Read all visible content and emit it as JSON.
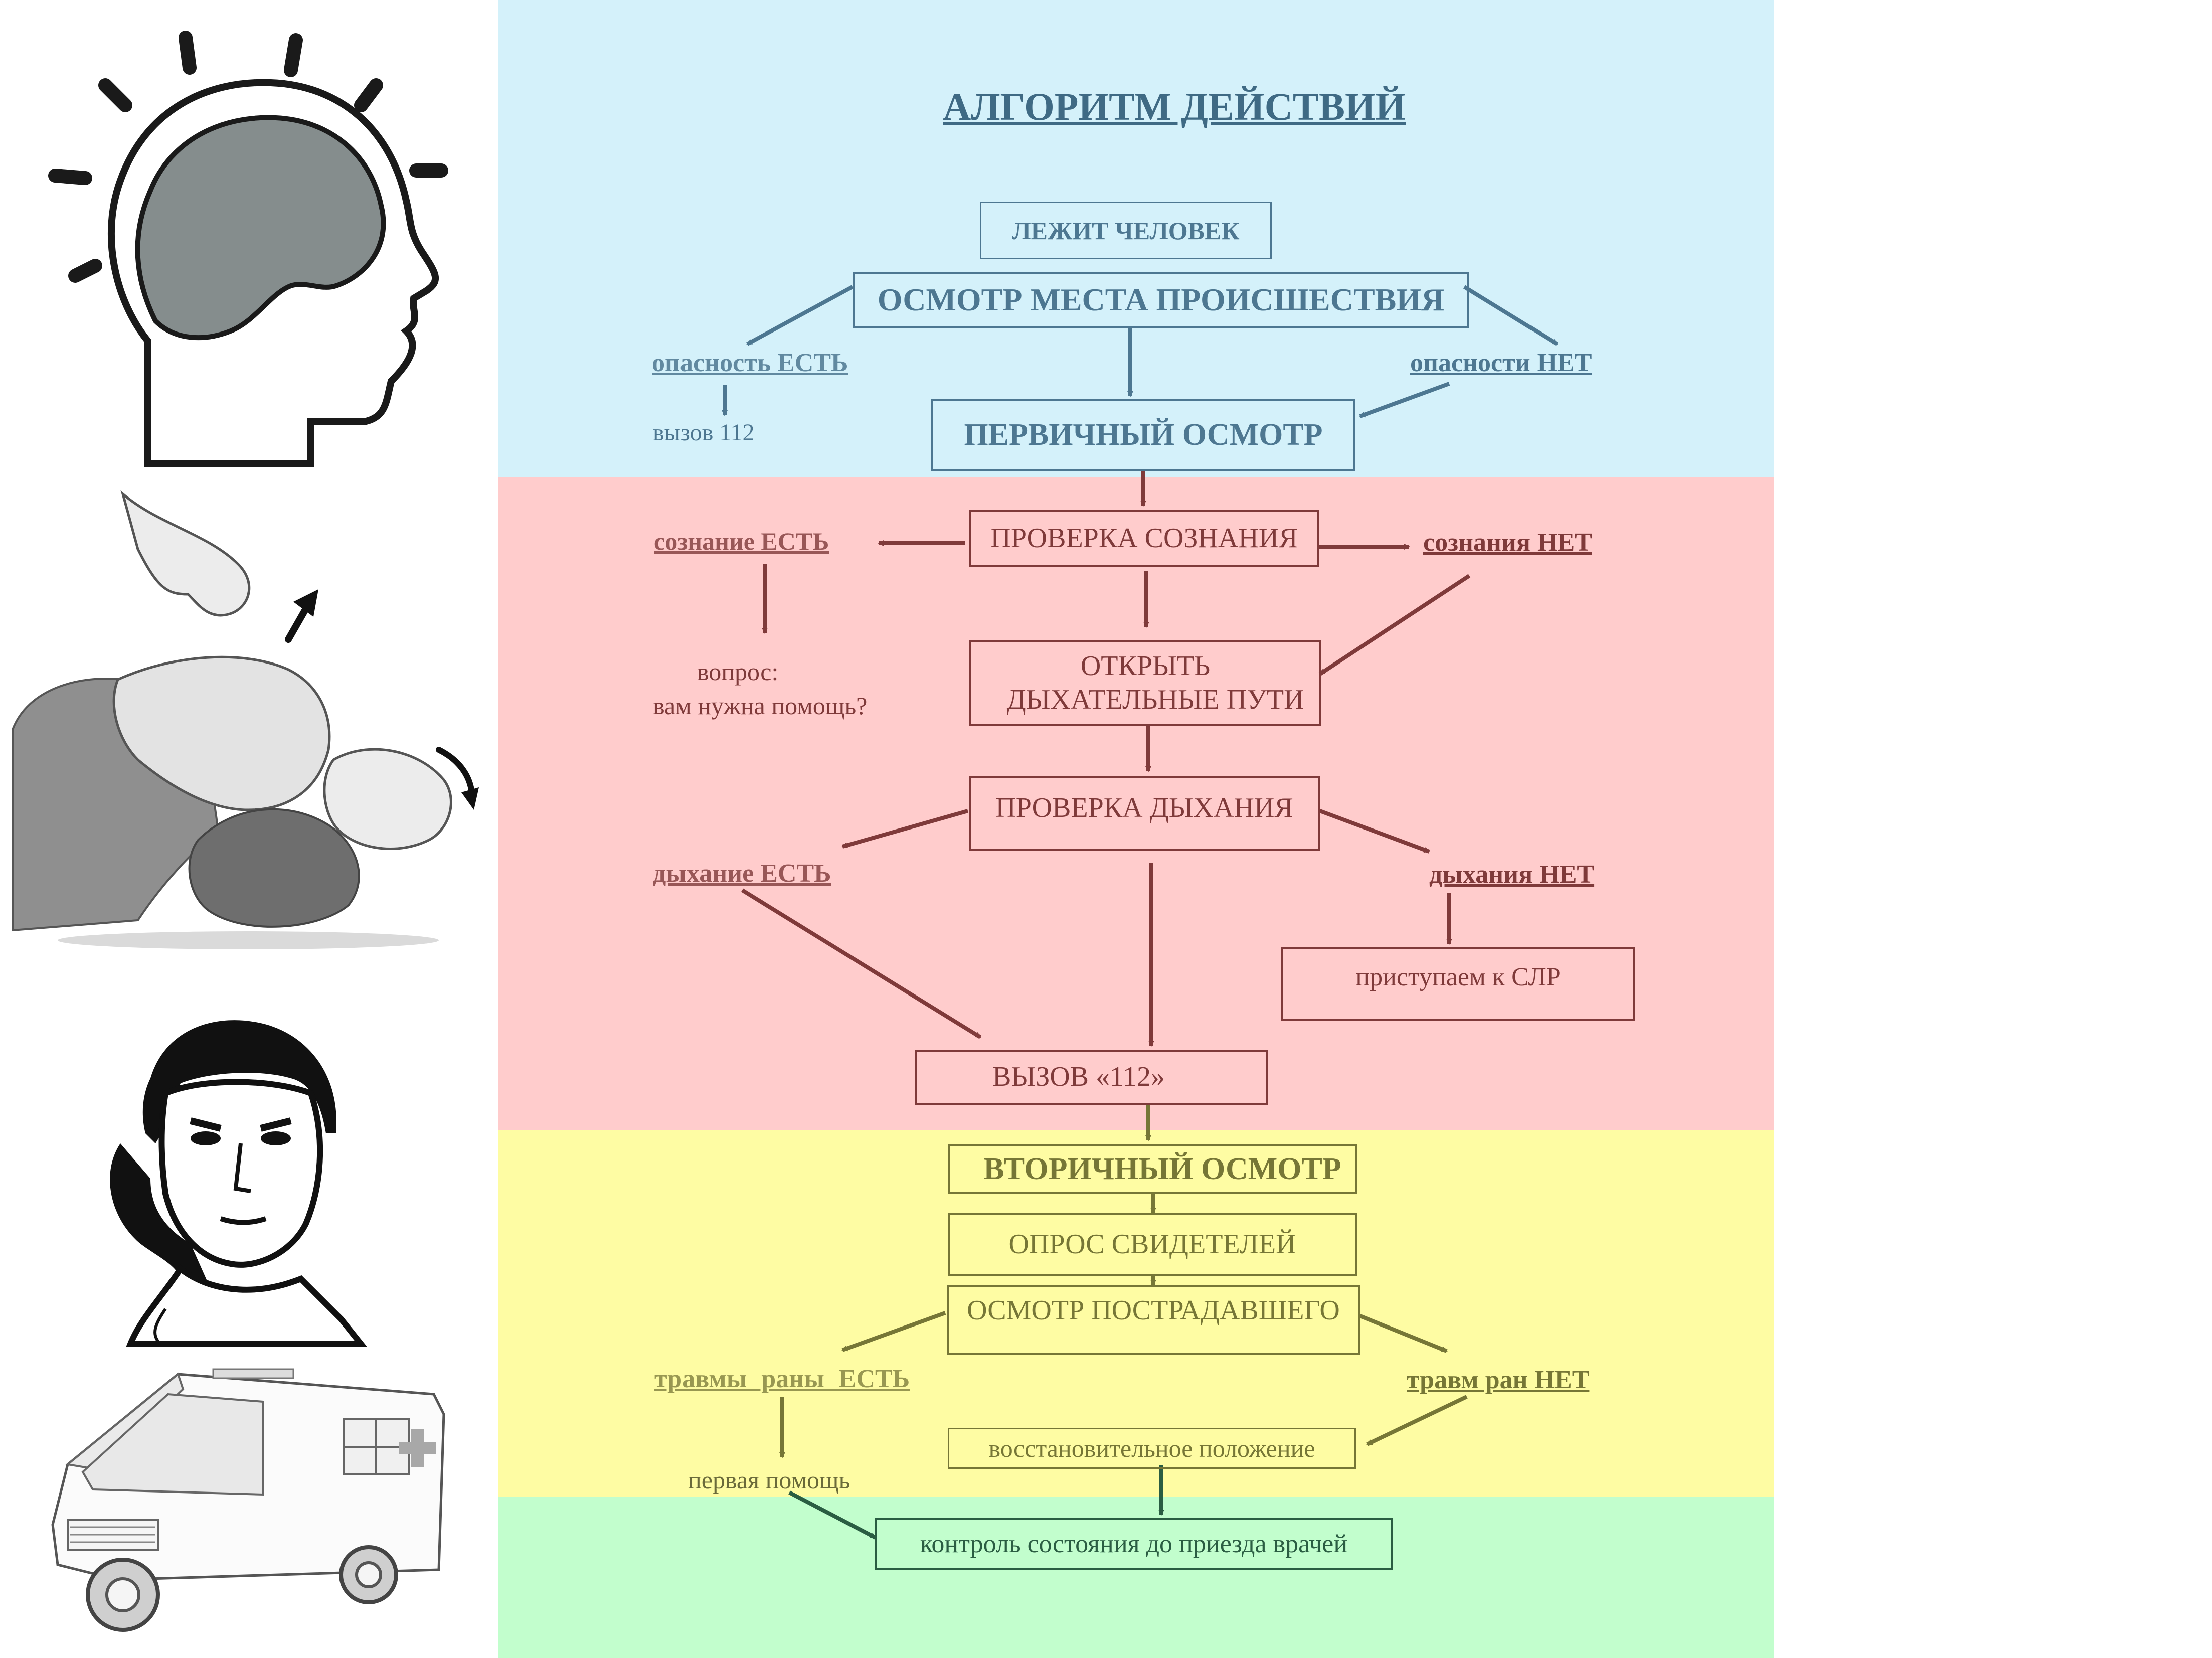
{
  "title": "АЛГОРИТМ ДЕЙСТВИЙ",
  "nodes": {
    "person_lying": "ЛЕЖИТ ЧЕЛОВЕК",
    "scene_check": "ОСМОТР МЕСТА ПРОИСШЕСТВИЯ",
    "danger_yes": "опасность ЕСТЬ",
    "danger_no": "опасности НЕТ",
    "call_112_small": "вызов 112",
    "primary_exam": "ПЕРВИЧНЫЙ ОСМОТР",
    "consciousness_check": "ПРОВЕРКА СОЗНАНИЯ",
    "conscious_yes": "сознание ЕСТЬ",
    "conscious_no": "сознания НЕТ",
    "question_line1": "вопрос:",
    "question_line2": "вам нужна помощь?",
    "open_airway_line1": "ОТКРЫТЬ",
    "open_airway_line2": "ДЫХАТЕЛЬНЫЕ ПУТИ",
    "breathing_check": "ПРОВЕРКА ДЫХАНИЯ",
    "breathing_yes": "дыхание ЕСТЬ",
    "breathing_no": "дыхания НЕТ",
    "start_cpr": "приступаем к СЛР",
    "call_112": "ВЫЗОВ «112»",
    "secondary_exam": "ВТОРИЧНЫЙ ОСМОТР",
    "witness_survey": "ОПРОС СВИДЕТЕЛЕЙ",
    "victim_exam": "ОСМОТР ПОСТРАДАВШЕГО",
    "injuries_yes": "травмы раны ЕСТЬ",
    "injuries_no": "травм ран НЕТ",
    "first_aid": "первая помощь",
    "recovery_position": "восстановительное положение",
    "monitor": "контроль состояния до приезда врачей"
  },
  "colors": {
    "band_blue": "#d4f1fa",
    "band_pink": "#ffcccc",
    "band_yellow": "#fefca3",
    "band_green": "#c2fecd",
    "text_blue": "#4d7791",
    "text_red": "#7f3a3a",
    "text_olive": "#767636",
    "text_green": "#2a5d42"
  },
  "illustrations": [
    "head-brain-icon",
    "head-tilt-chin-lift-icon",
    "man-on-phone-icon",
    "ambulance-icon"
  ]
}
